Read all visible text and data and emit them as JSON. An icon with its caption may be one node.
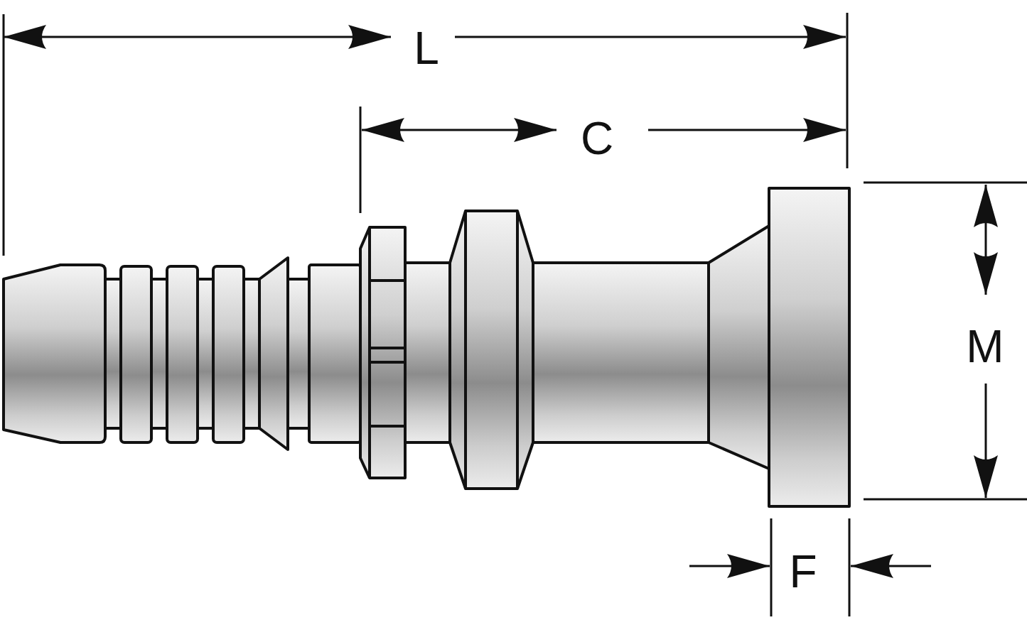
{
  "diagram": {
    "labels": [
      "L",
      "C",
      "M",
      "F"
    ]
  }
}
